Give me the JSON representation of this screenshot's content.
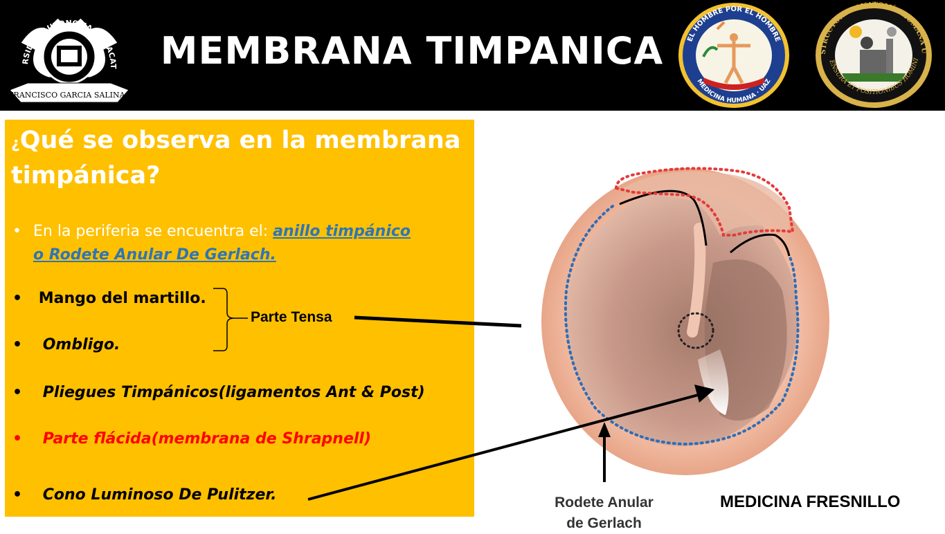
{
  "header": {
    "title": "MEMBRANA TIMPANICA",
    "logo_left": {
      "arc_text": "UNIVERSIDAD AUTONOMA DE ZACATECAS",
      "ribbon_text": "FRANCISCO GARCIA SALINAS"
    },
    "logo_mid": {
      "top_text": "EL HOMBRE POR EL HOMBRE",
      "bottom_text": "MEDICINA HUMANA · UAZ"
    },
    "logo_right": {
      "top_text": "INSTRUCTORES ANATOMÍA HUMANA UAZ",
      "bottom_text": "MENSURA ET POSITIONIBUS HOMINIS"
    }
  },
  "panel": {
    "question_mark": "¿",
    "question": "Qué se observa en la membrana timpánica?",
    "bullet_char": "•",
    "bullets": [
      {
        "text": "En la periferia se encuentra el: ",
        "link_line1": "anillo timpánico",
        "link_line2": "o Rodete Anular  De Gerlach."
      },
      {
        "text": "Mango del martillo."
      },
      {
        "text": "Ombligo."
      },
      {
        "text": "Pliegues Timpánicos(ligamentos Ant & Post)"
      },
      {
        "text": "Parte flácida(membrana de Shrapnell)"
      },
      {
        "text": "Cono Luminoso De Pulitzer."
      }
    ],
    "brace_label": "Parte Tensa"
  },
  "figure": {
    "label_line1": "Rodete Anular",
    "label_line2": "de Gerlach",
    "colors": {
      "outer_ring": "#E9A88A",
      "membrane": "#C98E7A",
      "annulus_dots": "#2E6DB8",
      "flaccida_dots": "#E33B3B"
    }
  },
  "footer": {
    "credit": "MEDICINA FRESNILLO"
  },
  "colors": {
    "header_bg": "#000000",
    "panel_bg": "#FFC000",
    "link": "#2E75B6",
    "red_text": "#FF0000"
  }
}
